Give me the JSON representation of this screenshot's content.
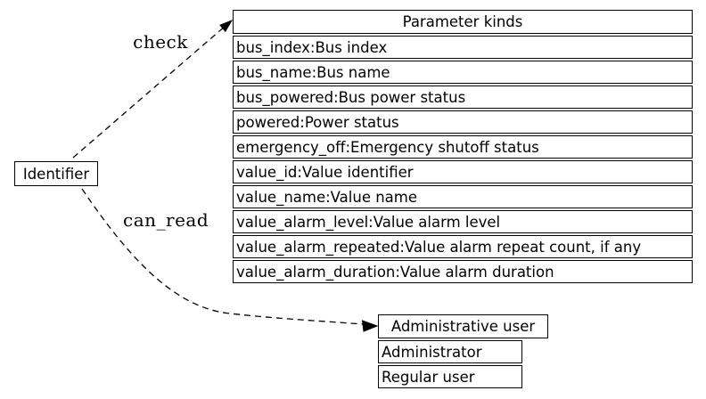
{
  "colors": {
    "background": "#ffffff",
    "stroke": "#000000",
    "text": "#000000"
  },
  "identifier_node": {
    "label": "Identifier"
  },
  "parameter_kinds": {
    "title": "Parameter kinds",
    "rows": [
      "bus_index:Bus index",
      "bus_name:Bus name",
      "bus_powered:Bus power status",
      "powered:Power status",
      "emergency_off:Emergency shutoff status",
      "value_id:Value identifier",
      "value_name:Value name",
      "value_alarm_level:Value alarm level",
      "value_alarm_repeated:Value alarm repeat count, if any",
      "value_alarm_duration:Value alarm duration"
    ]
  },
  "admin_user": {
    "title": "Administrative user",
    "rows": [
      "Administrator",
      "Regular user"
    ]
  },
  "edges": {
    "check": {
      "label": "check",
      "from": "Identifier",
      "to": "Parameter kinds",
      "style": "dashed"
    },
    "can_read": {
      "label": "can_read",
      "from": "Identifier",
      "to": "Administrative user",
      "style": "dashed"
    }
  }
}
